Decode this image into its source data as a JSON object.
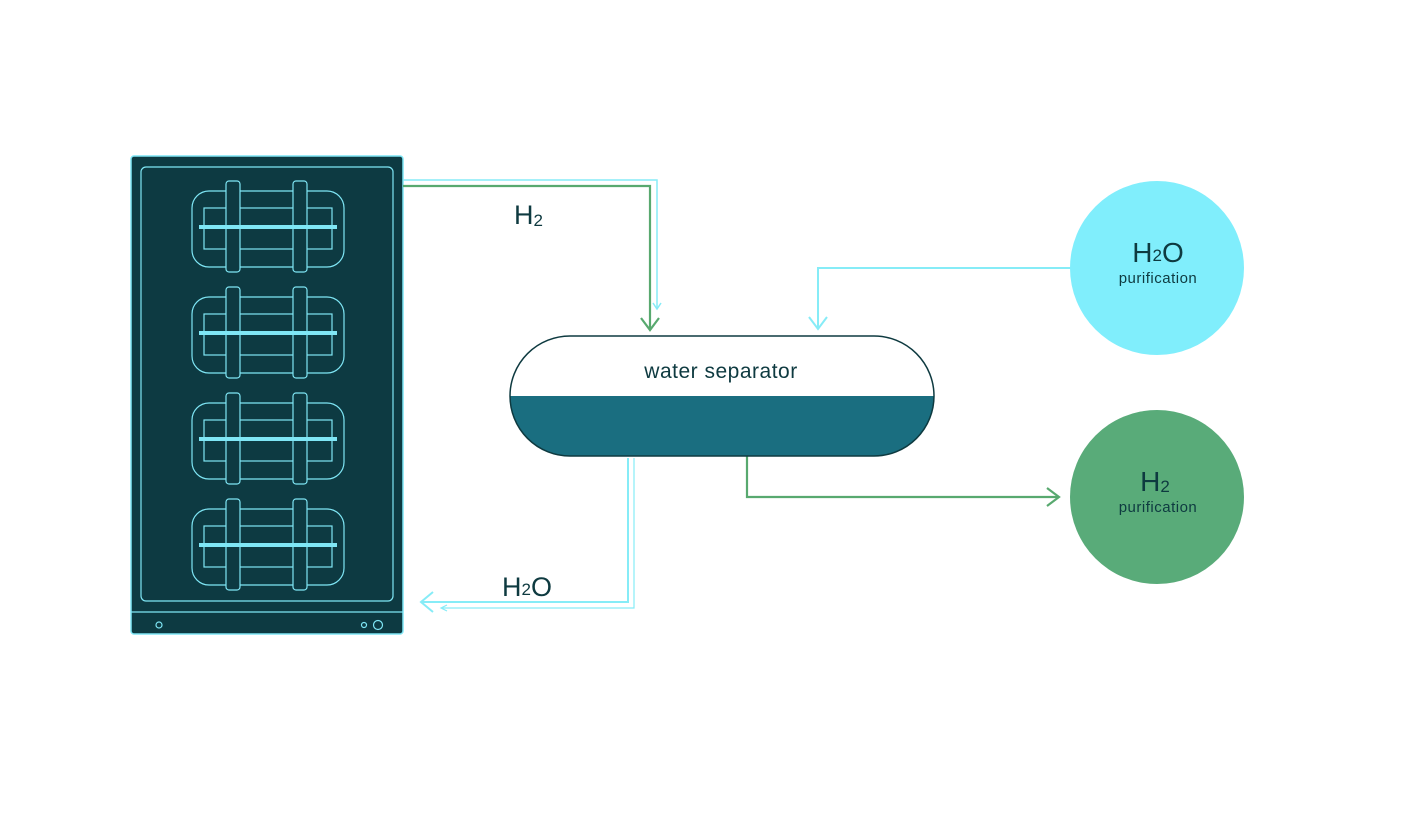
{
  "colors": {
    "stack_fill": "#0d3a42",
    "stack_stroke": "#7fe6f5",
    "h2_line": "#58a96f",
    "h2o_line": "#86ecf7",
    "separator_water": "#1a6e80",
    "separator_outline": "#0e3a40",
    "h2o_circle": "#80eefc",
    "h2_circle": "#59ab79",
    "text": "#0e3a40"
  },
  "icons": {
    "electrolyzer": "electrolyzer-stack-icon",
    "arrowhead": "arrowhead-icon"
  },
  "labels": {
    "h2_flow": {
      "main": "H",
      "sub": "2"
    },
    "h2o_flow": {
      "main": "H",
      "sub": "2",
      "tail": "O"
    },
    "separator": "water separator",
    "h2o_purification": {
      "main": "H",
      "sub": "2",
      "tail": "O",
      "caption": "purification"
    },
    "h2_purification": {
      "main": "H",
      "sub": "2",
      "caption": "purification"
    }
  }
}
